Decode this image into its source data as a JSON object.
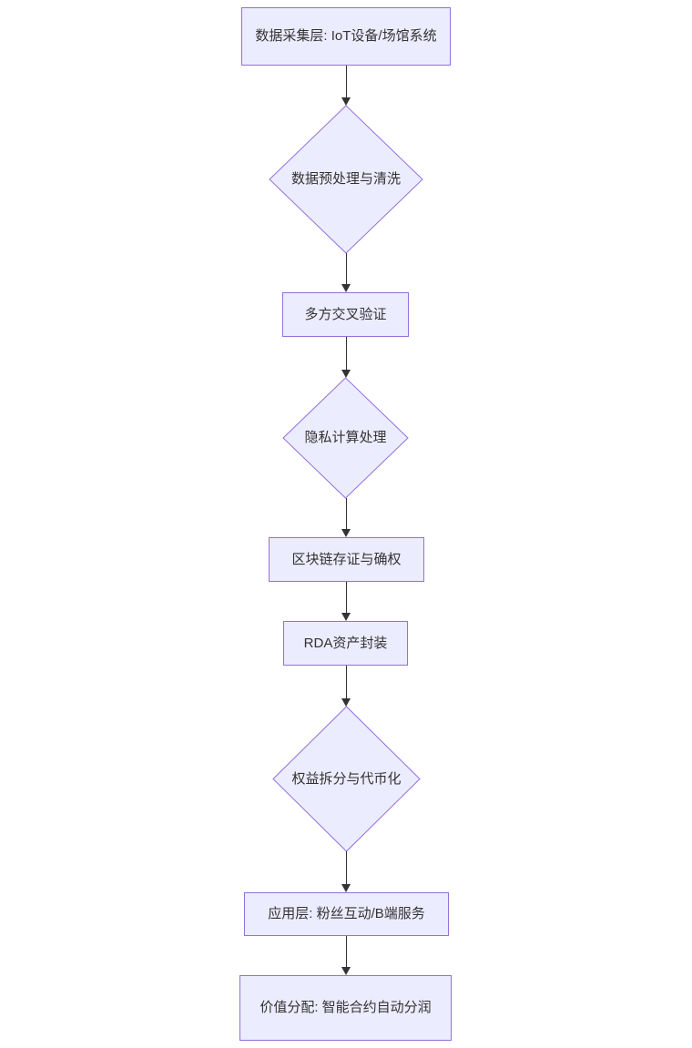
{
  "diagram": {
    "type": "flowchart",
    "direction": "top-down",
    "colors": {
      "node_fill": "#ECECFF",
      "node_border": "#9370DB",
      "arrow": "#333333",
      "text": "#333333",
      "background": "#FFFFFF"
    },
    "nodes": [
      {
        "id": "n1",
        "shape": "rect",
        "label": "数据采集层: IoT设备/场馆系统"
      },
      {
        "id": "n2",
        "shape": "diamond",
        "label": "数据预处理与清洗"
      },
      {
        "id": "n3",
        "shape": "rect",
        "label": "多方交叉验证"
      },
      {
        "id": "n4",
        "shape": "diamond",
        "label": "隐私计算处理"
      },
      {
        "id": "n5",
        "shape": "rect",
        "label": "区块链存证与确权"
      },
      {
        "id": "n6",
        "shape": "rect",
        "label": "RDA资产封装"
      },
      {
        "id": "n7",
        "shape": "diamond",
        "label": "权益拆分与代币化"
      },
      {
        "id": "n8",
        "shape": "rect",
        "label": "应用层: 粉丝互动/B端服务"
      },
      {
        "id": "n9",
        "shape": "rect",
        "label": "价值分配: 智能合约自动分润"
      }
    ],
    "edges": [
      {
        "from": "n1",
        "to": "n2"
      },
      {
        "from": "n2",
        "to": "n3"
      },
      {
        "from": "n3",
        "to": "n4"
      },
      {
        "from": "n4",
        "to": "n5"
      },
      {
        "from": "n5",
        "to": "n6"
      },
      {
        "from": "n6",
        "to": "n7"
      },
      {
        "from": "n7",
        "to": "n8"
      },
      {
        "from": "n8",
        "to": "n9"
      }
    ]
  }
}
